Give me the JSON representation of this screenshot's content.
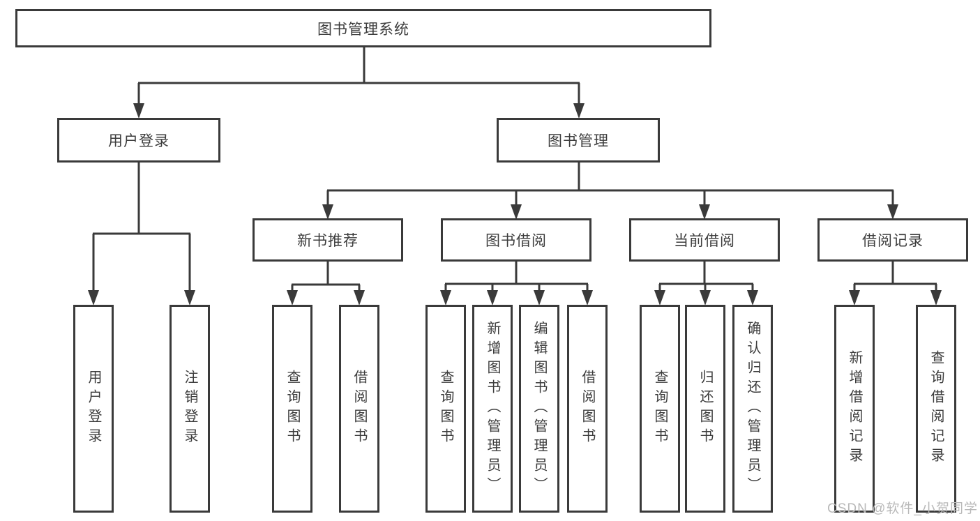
{
  "diagram_title": "图书管理系统",
  "colors": {
    "line": "#3a3a3a",
    "text": "#3c3c3c",
    "box_bg": "#ffffff",
    "watermark": "#b9b9b9"
  },
  "nodes": {
    "root": "图书管理系统",
    "user_login": "用户登录",
    "book_mgmt": "图书管理",
    "login": "用户登录",
    "logout": "注销登录",
    "new_books": "新书推荐",
    "book_borrow": "图书借阅",
    "current_borrow": "当前借阅",
    "borrow_records": "借阅记录",
    "nb_query": "查询图书",
    "nb_borrow": "借阅图书",
    "bb_query": "查询图书",
    "bb_add": "新增图书（管理员）",
    "bb_edit": "编辑图书（管理员）",
    "bb_borrow": "借阅图书",
    "cb_query": "查询图书",
    "cb_return": "归还图书",
    "cb_confirm": "确认归还（管理员）",
    "br_add": "新增借阅记录",
    "br_query": "查询借阅记录"
  },
  "watermark": "CSDN @软件_小贺同学"
}
